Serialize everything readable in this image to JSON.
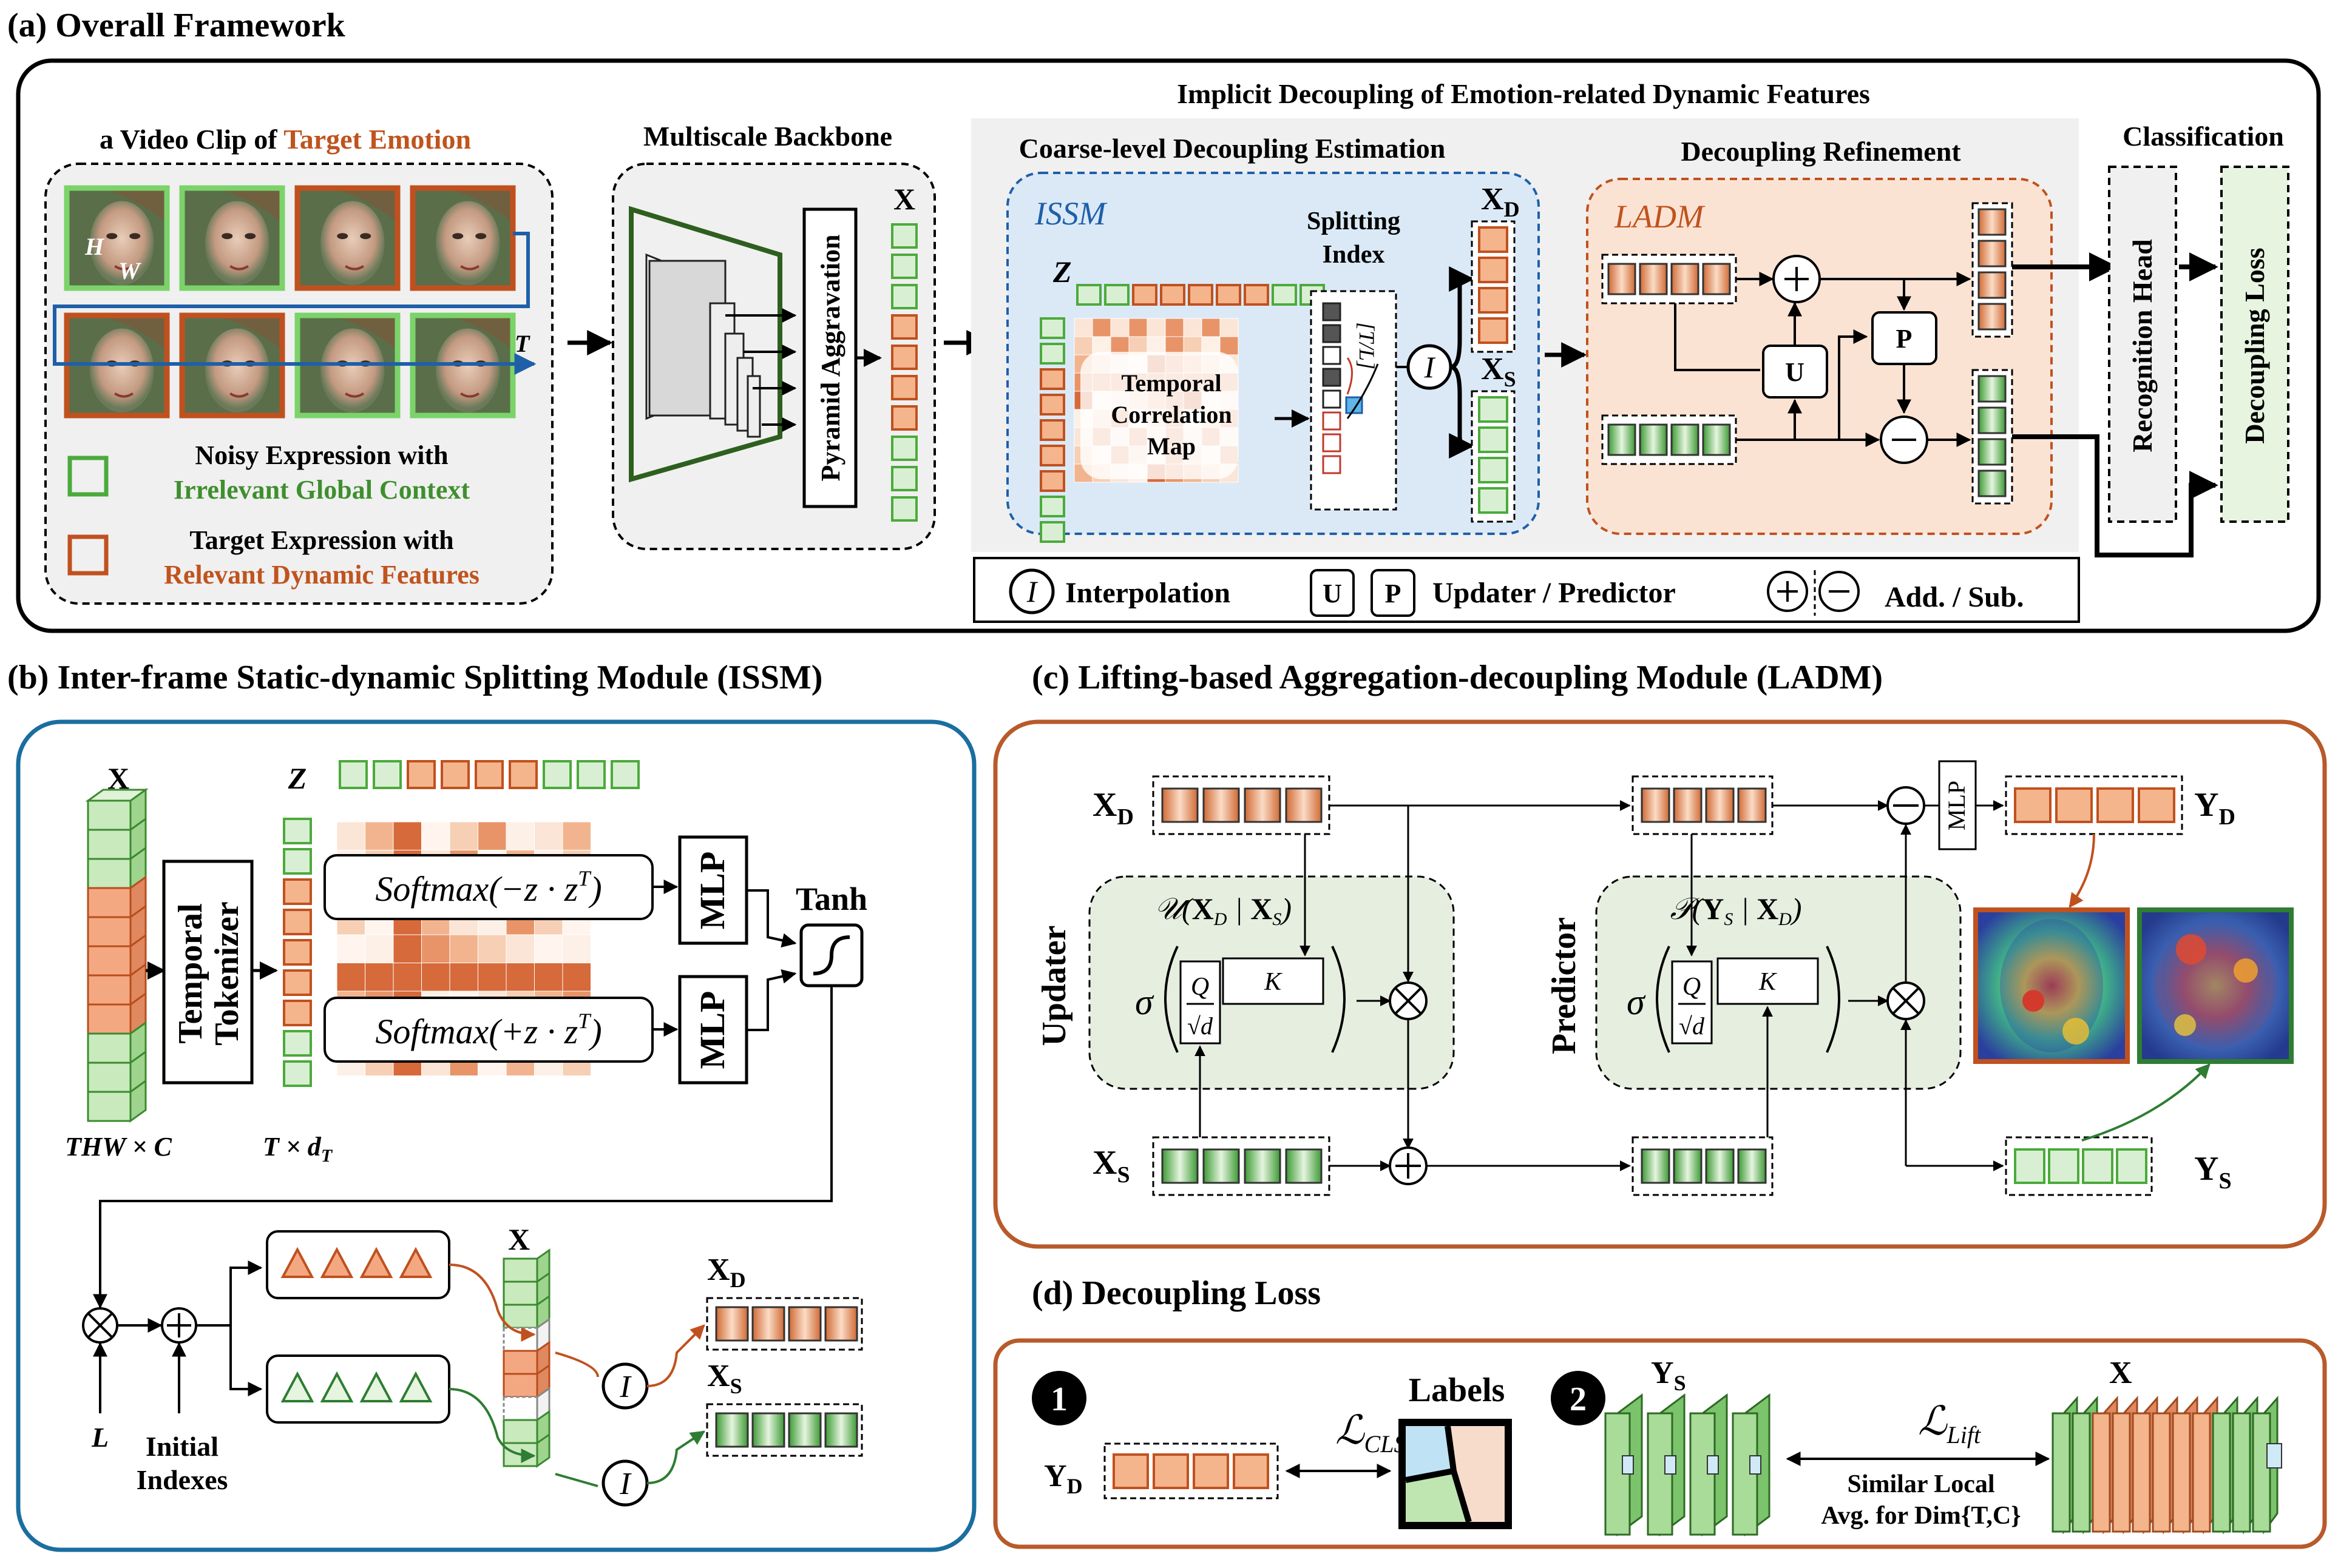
{
  "panel_a": {
    "title": "(a) Overall Framework",
    "video_title_prefix": "a Video Clip of ",
    "video_title_accent": "Target Emotion",
    "axis_h": "H",
    "axis_w": "W",
    "axis_t": "T",
    "legend_green_1": "Noisy Expression with",
    "legend_green_2": "Irrelevant Global Context",
    "legend_orange_1": "Target Expression with",
    "legend_orange_2": "Relevant Dynamic Features",
    "backbone_title": "Multiscale Backbone",
    "pyramid_label": "Pyramid Aggravation",
    "x_label": "X",
    "implicit_title": "Implicit Decoupling of Emotion-related Dynamic Features",
    "coarse_title": "Coarse-level Decoupling Estimation",
    "issm_label": "ISSM",
    "z_label": "Z",
    "corr_map_1": "Temporal",
    "corr_map_2": "Correlation",
    "corr_map_3": "Map",
    "splitting_1": "Splitting",
    "splitting_2": "Index",
    "interp_symbol": "I",
    "tl_label": "[T/L]",
    "xd_main": "X",
    "xd_sub": "D",
    "xs_main": "X",
    "xs_sub": "S",
    "refine_title": "Decoupling Refinement",
    "ladm_label": "LADM",
    "updater_symbol": "U",
    "predictor_symbol": "P",
    "classification_title": "Classification",
    "recognition_head": "Recognition Head",
    "decoupling_loss": "Decoupling Loss",
    "legend_interp": "Interpolation",
    "legend_updater_predictor": "Updater / Predictor",
    "legend_add_sub": "Add. / Sub."
  },
  "panel_b": {
    "title": "(b) Inter-frame Static-dynamic Splitting Module (ISSM)",
    "x_label": "X",
    "x_dim": "THW × C",
    "temporal_tokenizer_1": "Temporal",
    "temporal_tokenizer_2": "Tokenizer",
    "z_label": "Z",
    "z_dim": "T × d",
    "z_dim_sub": "T",
    "softmax_neg": "Softmax(−z · z",
    "softmax_pos": "Softmax(+z · z",
    "softmax_sup": "T",
    "mlp": "MLP",
    "tanh": "Tanh",
    "l_label": "L",
    "initial_1": "Initial",
    "initial_2": "Indexes",
    "x_col_label": "X",
    "interp_symbol": "I",
    "xd_main": "X",
    "xd_sub": "D",
    "xs_main": "X",
    "xs_sub": "S"
  },
  "panel_c": {
    "title": "(c) Lifting-based Aggregation-decoupling Module (LADM)",
    "xd_main": "X",
    "xd_sub": "D",
    "xs_main": "X",
    "xs_sub": "S",
    "updater_label": "Updater",
    "predictor_label": "Predictor",
    "updater_formula": "𝒰(X_D | X_S)",
    "predictor_formula": "𝒫(Y_S | X_D)",
    "sigma": "σ",
    "q": "Q",
    "sqrt_d": "√d",
    "k": "K",
    "mlp": "MLP",
    "yd_main": "Y",
    "yd_sub": "D",
    "ys_main": "Y",
    "ys_sub": "S"
  },
  "panel_d": {
    "title": "(d) Decoupling Loss",
    "num1": "1",
    "num2": "2",
    "yd_main": "Y",
    "yd_sub": "D",
    "lcls": "ℒ",
    "lcls_sub": "CLS",
    "labels": "Labels",
    "ys_main": "Y",
    "ys_sub": "S",
    "llift": "ℒ",
    "llift_sub": "Lift",
    "similar_1": "Similar Local",
    "similar_2": "Avg. for Dim{T,C}",
    "x_label": "X"
  },
  "colors": {
    "green": "#4caa3c",
    "green_text": "#3f8f2f",
    "orange": "#c0511f",
    "orange_text": "#c0531e",
    "blue": "#1f5fa8",
    "cell_green": "#d9efd3",
    "cell_orange": "#f4b48c",
    "issm_bg": "#dbe9f7",
    "ladm_bg": "#fbe3d4",
    "gray_bg": "#f0f0f0"
  }
}
